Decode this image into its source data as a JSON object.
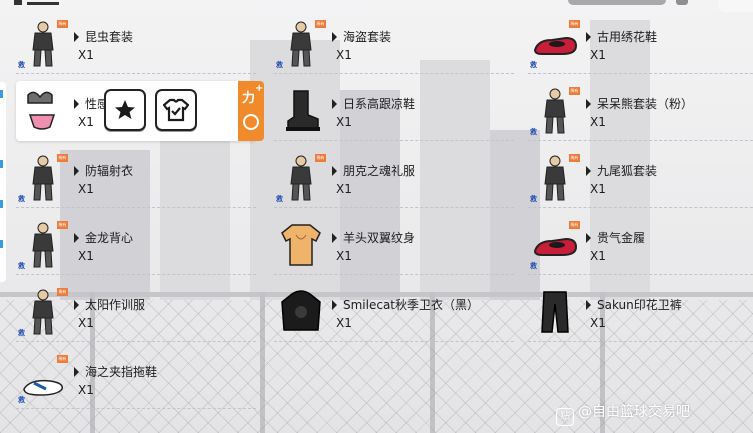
{
  "watermark": {
    "text": "@自由篮球交易吧",
    "logo_glyph": "贴"
  },
  "badges": {
    "tag": "稀有",
    "bound": "救"
  },
  "items": [
    {
      "name": "昆虫套装",
      "qty": "X1",
      "tag": true,
      "bound": true,
      "icon": "outfit-icon"
    },
    {
      "name": "海盗套装",
      "qty": "X1",
      "tag": true,
      "bound": true,
      "icon": "outfit-icon"
    },
    {
      "name": "古用绣花鞋",
      "qty": "X1",
      "tag": true,
      "bound": true,
      "icon": "shoe-icon"
    },
    {
      "name": "性感",
      "qty": "X1",
      "tag": false,
      "bound": false,
      "icon": "bikini-icon"
    },
    {
      "name": "日系高跟凉鞋",
      "qty": "X1",
      "tag": false,
      "bound": false,
      "icon": "boot-icon"
    },
    {
      "name": "呆呆熊套装（粉）",
      "qty": "X1",
      "tag": true,
      "bound": true,
      "icon": "outfit-icon"
    },
    {
      "name": "防辐射衣",
      "qty": "X1",
      "tag": true,
      "bound": true,
      "icon": "outfit-icon"
    },
    {
      "name": "朋克之魂礼服",
      "qty": "X1",
      "tag": true,
      "bound": true,
      "icon": "outfit-icon"
    },
    {
      "name": "九尾狐套装",
      "qty": "X1",
      "tag": true,
      "bound": true,
      "icon": "outfit-icon"
    },
    {
      "name": "金龙背心",
      "qty": "X1",
      "tag": true,
      "bound": true,
      "icon": "outfit-icon"
    },
    {
      "name": "羊头双翼纹身",
      "qty": "X1",
      "tag": false,
      "bound": false,
      "icon": "shirt-icon"
    },
    {
      "name": "贵气金履",
      "qty": "X1",
      "tag": true,
      "bound": true,
      "icon": "shoe-icon"
    },
    {
      "name": "太阳作训服",
      "qty": "X1",
      "tag": true,
      "bound": true,
      "icon": "outfit-icon"
    },
    {
      "name": "Smilecat秋季卫衣（黑）",
      "qty": "X1",
      "tag": false,
      "bound": false,
      "icon": "hoodie-icon"
    },
    {
      "name": "Sakun印花卫裤",
      "qty": "X1",
      "tag": false,
      "bound": false,
      "icon": "pants-icon"
    },
    {
      "name": "海之夹指拖鞋",
      "qty": "X1",
      "tag": true,
      "bound": true,
      "icon": "sandal-icon"
    }
  ],
  "colors": {
    "accent": "#f08a2a",
    "bound_badge": "#1f4fb4",
    "tag": "#ef7a3a"
  }
}
